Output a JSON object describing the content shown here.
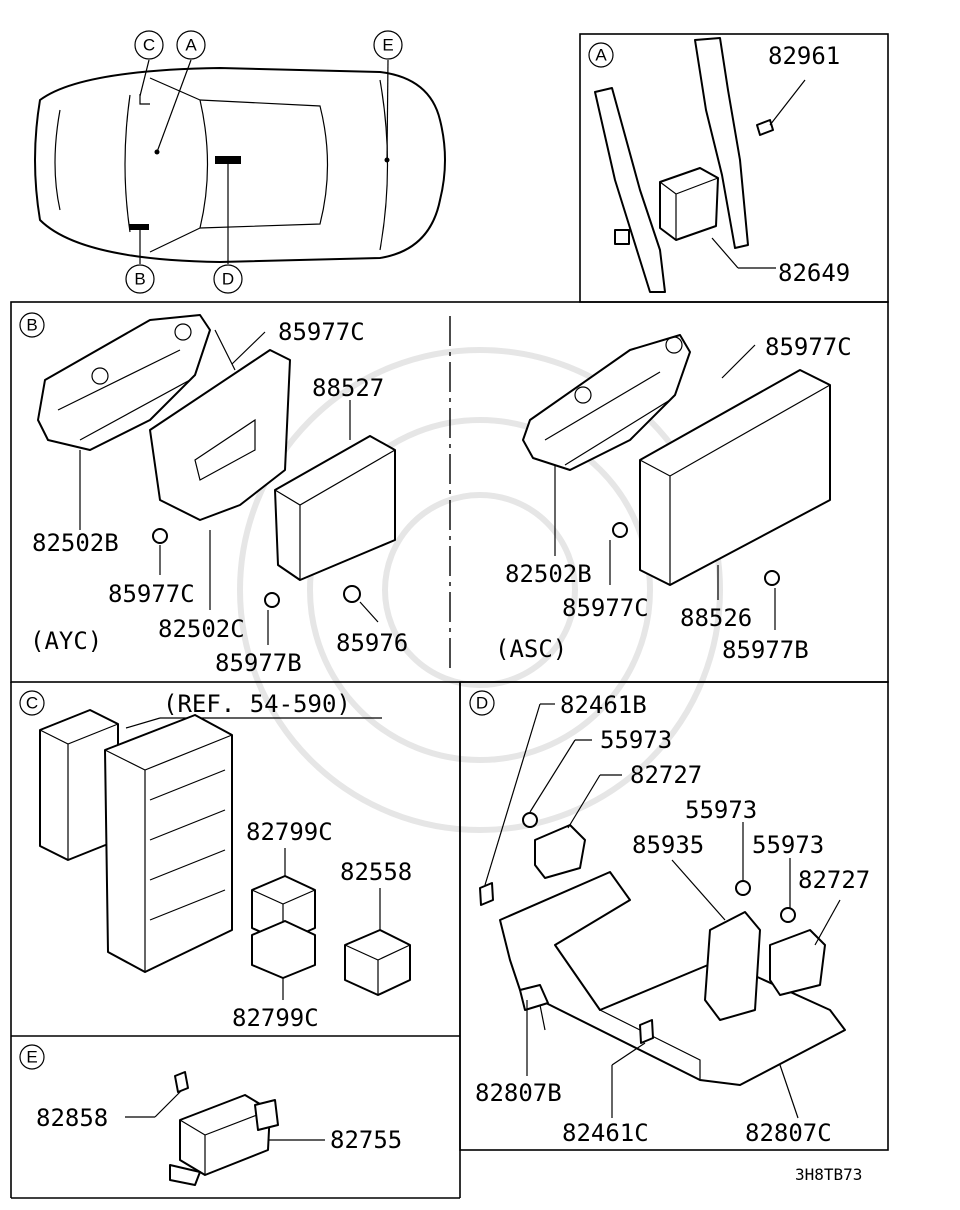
{
  "callouts": {
    "A": "A",
    "B": "B",
    "C": "C",
    "D": "D",
    "E": "E"
  },
  "panel_A": {
    "parts": [
      "82961",
      "82649"
    ]
  },
  "panel_B": {
    "ayc_caption": "(AYC)",
    "asc_caption": "(ASC)",
    "ayc_parts": [
      "85977C",
      "88527",
      "82502B",
      "85977C",
      "82502C",
      "85977B",
      "85976"
    ],
    "asc_parts": [
      "85977C",
      "82502B",
      "85977C",
      "88526",
      "85977B"
    ]
  },
  "panel_C": {
    "ref": "(REF. 54-590)",
    "parts": [
      "82799C",
      "82558",
      "82799C"
    ]
  },
  "panel_D": {
    "parts": [
      "82461B",
      "55973",
      "82727",
      "55973",
      "85935",
      "55973",
      "82727",
      "82807B",
      "82461C",
      "82807C"
    ]
  },
  "panel_E": {
    "parts": [
      "82858",
      "82755"
    ]
  },
  "diagram_code": "3H8TB73"
}
